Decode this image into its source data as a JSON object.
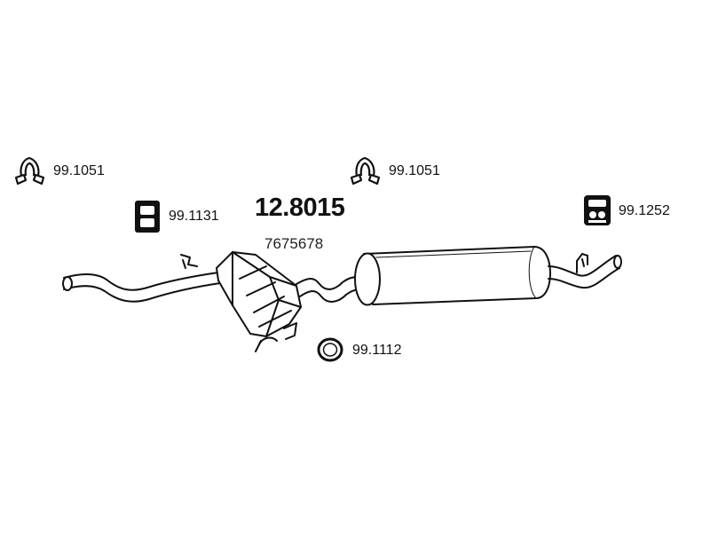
{
  "main_part_number": "12.8015",
  "oem_number": "7675678",
  "accessories": {
    "clamp_left": {
      "part": "99.1051",
      "icon": "clamp-icon"
    },
    "clamp_right": {
      "part": "99.1051",
      "icon": "clamp-icon"
    },
    "rubber_hanger_left": {
      "part": "99.1131",
      "icon": "rubber-hanger-icon"
    },
    "rubber_hanger_right": {
      "part": "99.1252",
      "icon": "rubber-mount-icon"
    },
    "gasket_ring": {
      "part": "99.1112",
      "icon": "gasket-ring-icon"
    }
  },
  "colors": {
    "stroke": "#111111",
    "fill": "#ffffff",
    "text": "#111111"
  }
}
